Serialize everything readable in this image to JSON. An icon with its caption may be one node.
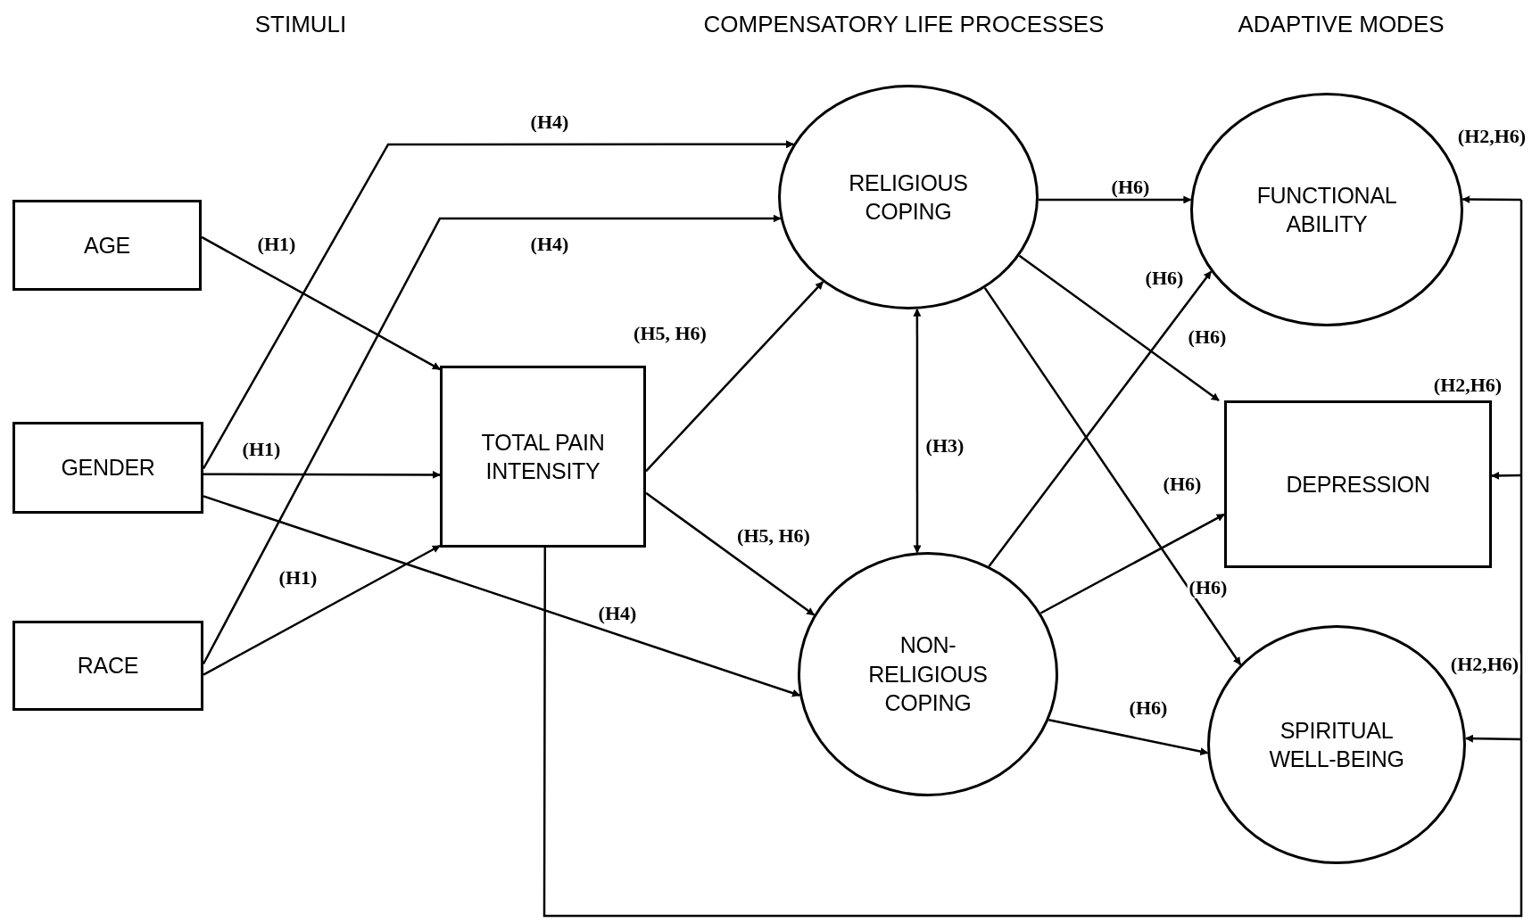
{
  "diagram": {
    "nodes": [
      {
        "text": [
          "AGE"
        ]
      },
      {
        "text": [
          "GENDER"
        ]
      },
      {
        "text": [
          "RACE"
        ]
      },
      {
        "text": [
          "TOTAL PAIN INTENSITY"
        ]
      },
      {
        "text": [
          "RELIGIOUS COPING"
        ]
      },
      {
        "text": [
          "NON-RELIGIOUS COPING"
        ]
      },
      {
        "text": [
          "FUNCTIONAL ABILITY"
        ]
      },
      {
        "text": [
          "DEPRESSION"
        ]
      },
      {
        "text": [
          "SPIRITUAL WELL-BEING"
        ]
      }
    ],
    "edges": [
      {
        "from": 0,
        "to": 3,
        "arrow": "to",
        "label": "(H1)"
      },
      {
        "from": 1,
        "to": 3,
        "arrow": "to",
        "label": "(H1)"
      },
      {
        "from": 2,
        "to": 3,
        "arrow": "to",
        "label": "(H1)"
      },
      {
        "from": 1,
        "to": 4,
        "arrow": "to",
        "label": "(H4)"
      },
      {
        "from": 2,
        "to": 4,
        "arrow": "to",
        "label": "(H4)"
      },
      {
        "from": 1,
        "to": 5,
        "arrow": "to",
        "label": "(H4)"
      },
      {
        "from": 3,
        "to": 4,
        "arrow": "to",
        "label": "(H5, H6)"
      },
      {
        "from": 3,
        "to": 5,
        "arrow": "to",
        "label": "(H5, H6)"
      },
      {
        "from": 4,
        "to": 5,
        "arrow": "both",
        "label": "(H3)"
      },
      {
        "from": 4,
        "to": 6,
        "arrow": "to",
        "label": "(H6)"
      },
      {
        "from": 4,
        "to": 7,
        "arrow": "to",
        "label": "(H6)"
      },
      {
        "from": 4,
        "to": 8,
        "arrow": "to",
        "label": "(H6)"
      },
      {
        "from": 5,
        "to": 6,
        "arrow": "to",
        "label": "(H6)"
      },
      {
        "from": 5,
        "to": 7,
        "arrow": "to",
        "label": "(H6)"
      },
      {
        "from": 5,
        "to": 8,
        "arrow": "to",
        "label": "(H6)"
      },
      {
        "from": 3,
        "to": 6,
        "arrow": "to",
        "label": "(H2,H6)"
      },
      {
        "from": 3,
        "to": 7,
        "arrow": "to",
        "label": "(H2,H6)"
      },
      {
        "from": 3,
        "to": 8,
        "arrow": "to",
        "label": "(H2,H6)"
      }
    ],
    "labels": [
      "STIMULI",
      "COMPENSATORY LIFE PROCESSES",
      "ADAPTIVE MODES"
    ]
  }
}
